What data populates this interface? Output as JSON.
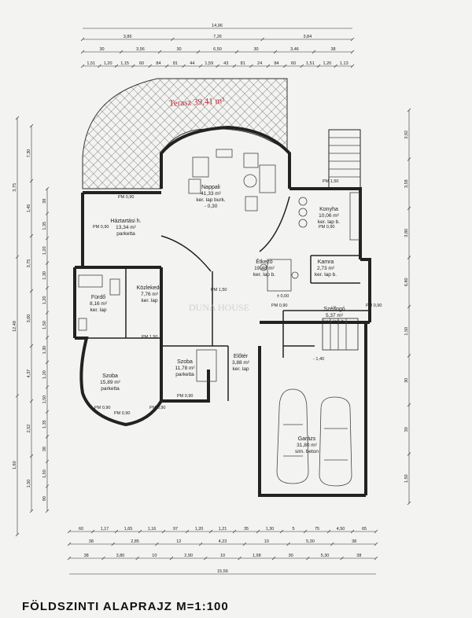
{
  "title": "FÖLDSZINTI ALAPRAJZ  M=1:100",
  "terrace_note": "Terasz 39,41 m²",
  "watermark": "DUNA HOUSE",
  "rooms": [
    {
      "id": "nappali",
      "name": "Nappali",
      "area": "41,33 m²",
      "floor": "ker. lap burk.",
      "extra": "- 0,30"
    },
    {
      "id": "haztartasi",
      "name": "Háztartási h.",
      "area": "13,34 m²",
      "floor": "parketta"
    },
    {
      "id": "konyha",
      "name": "Konyha",
      "area": "10,06 m²",
      "floor": "ker. lap b."
    },
    {
      "id": "etkezo",
      "name": "Étkező",
      "area": "19,48 m²",
      "floor": "ker. lap b."
    },
    {
      "id": "kamra",
      "name": "Kamra",
      "area": "2,73 m²",
      "floor": "ker. lap b."
    },
    {
      "id": "furdo",
      "name": "Fürdő",
      "area": "8,16 m²",
      "floor": "ker. lap"
    },
    {
      "id": "kozlekedo",
      "name": "Közlekedő",
      "area": "7,76 m²",
      "floor": "ker. lap"
    },
    {
      "id": "szoba1",
      "name": "Szoba",
      "area": "15,89 m²",
      "floor": "parketta"
    },
    {
      "id": "szoba2",
      "name": "Szoba",
      "area": "11,78 m²",
      "floor": "parketta"
    },
    {
      "id": "eloter",
      "name": "Előtér",
      "area": "3,88 m²",
      "floor": "ker. lap"
    },
    {
      "id": "garazs",
      "name": "Garázs",
      "area": "31,80 m²",
      "floor": "sim. beton"
    },
    {
      "id": "szelfogo",
      "name": "Szélfogó",
      "area": "5,37 m²",
      "floor": "ker. lap b."
    }
  ],
  "levels": [
    "± 0,00",
    "- 1,40"
  ],
  "window_labels": [
    "PM 0,90",
    "PM 0,90",
    "PM 1,50",
    "PM 0,90",
    "PM 1,50",
    "PM 1,50",
    "PM 0,90",
    "PM 0,90",
    "PM 0,90",
    "PM 0,90",
    "PM 0,90",
    "PM 0,90"
  ],
  "dims": {
    "top_total": "14,96",
    "top_row2": [
      "3,86",
      "7,26",
      "3,84"
    ],
    "top_row3": [
      "30",
      "3,56",
      "30",
      "6,50",
      "30",
      "3,46",
      "38"
    ],
    "top_row4": [
      "1,51",
      "1,20",
      "1,15",
      "60",
      "84",
      "81",
      "44",
      "1,59",
      "43",
      "81",
      "24",
      "84",
      "60",
      "1,51",
      "1,20",
      "1,13"
    ],
    "bottom_row1": [
      "60",
      "1,17",
      "1,65",
      "1,16",
      "97",
      "1,20",
      "1,21",
      "35",
      "1,30",
      "5",
      "75",
      "4,50",
      "65"
    ],
    "bottom_row2": [
      "38",
      "2,85",
      "12",
      "4,23",
      "10",
      "5,30",
      "38"
    ],
    "bottom_row3": [
      "38",
      "3,80",
      "10",
      "2,90",
      "10",
      "1,98",
      "30",
      "5,30",
      "38"
    ],
    "bottom_total": "15,56",
    "left_outer": [
      "3,75",
      "12,48",
      "1,60"
    ],
    "left_mid": [
      "7,30",
      "1,45",
      "3,75",
      "3,00",
      "4,37",
      "2,52",
      "1,50"
    ],
    "left_inner": [
      "38",
      "1,35",
      "1,20",
      "1,30",
      "1,20",
      "1,50",
      "1,30",
      "1,20",
      "1,50",
      "1,35",
      "38",
      "1,50",
      "90"
    ],
    "right": [
      "3,92",
      "3,58",
      "3,80",
      "6,80",
      "1,50",
      "30",
      "30",
      "1,50"
    ]
  }
}
